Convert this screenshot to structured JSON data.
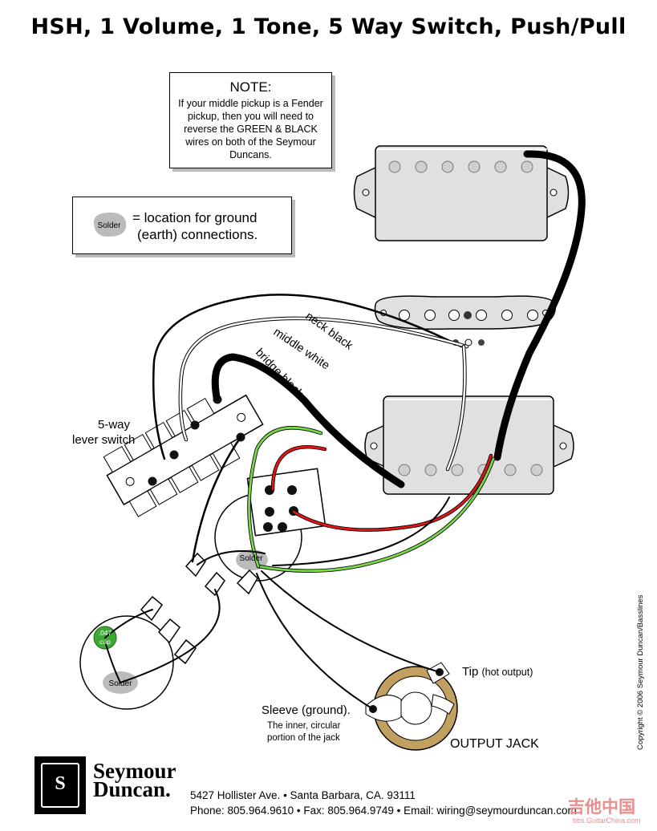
{
  "title": "HSH, 1 Volume, 1 Tone, 5 Way Switch, Push/Pull",
  "note": {
    "heading": "NOTE",
    "heading_suffix": ":",
    "body": "If your middle pickup is a Fender pickup, then you will need to reverse the GREEN & BLACK wires on both of the Seymour Duncans."
  },
  "legend": {
    "badge": "Solder",
    "line1": "= location for ground",
    "line2": "(earth) connections."
  },
  "wire_labels": {
    "neck": "neck black",
    "middle": "middle white",
    "bridge": "bridge black"
  },
  "switch": {
    "line1": "5-way",
    "line2": "lever switch"
  },
  "solder_labels": {
    "pot": "Solder",
    "tone": "Solder"
  },
  "cap": {
    "line1": ".047",
    "line2": "cap"
  },
  "jack": {
    "tip": "Tip",
    "tip_note": "(hot output)",
    "sleeve": "Sleeve (ground).",
    "sleeve_note1": "The inner, circular",
    "sleeve_note2": "portion of the jack",
    "name": "OUTPUT JACK"
  },
  "logo": {
    "line1": "Seymour",
    "line2": "Duncan."
  },
  "address": {
    "line1": "5427 Hollister Ave.  •  Santa Barbara, CA. 93111",
    "line2": "Phone: 805.964.9610  •  Fax: 805.964.9749  •  Email: wiring@seymourduncan.com"
  },
  "copyright": "Copyright © 2006 Seymour Duncan/Basslines",
  "watermark": {
    "line1": "吉他中国",
    "line2": "bbs.GuitarChina.com"
  },
  "colors": {
    "green": "#7bd84a",
    "red": "#e01616",
    "cap_green": "#3daa35",
    "jack_gold": "#c2a060",
    "pickup_gray": "#e0e0e0",
    "solder_gray": "#bbbbbb"
  }
}
